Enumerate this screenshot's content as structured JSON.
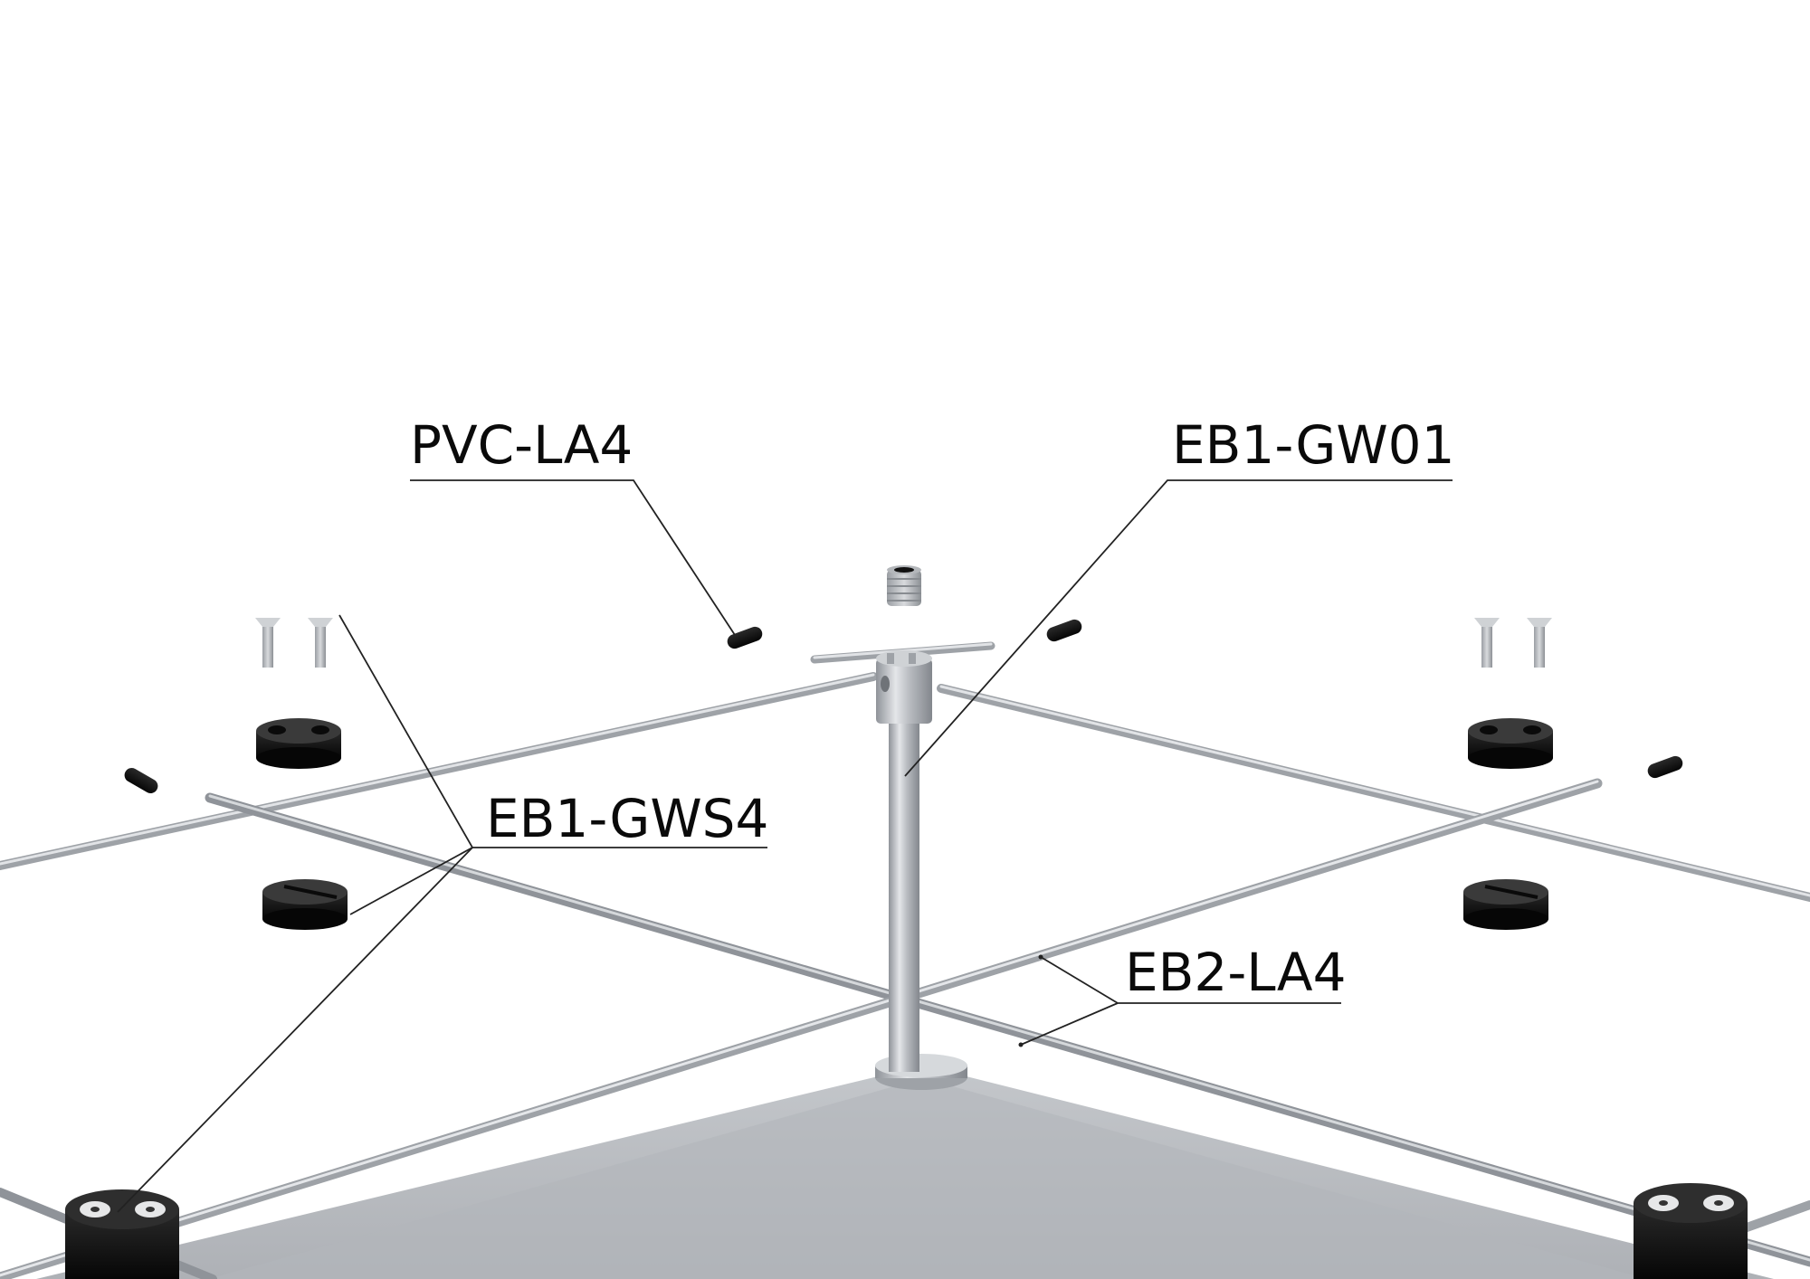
{
  "diagram": {
    "callouts": [
      {
        "id": "pvc-la4",
        "label": "PVC-LA4"
      },
      {
        "id": "eb1-gw01",
        "label": "EB1-GW01"
      },
      {
        "id": "eb1-gws4",
        "label": "EB1-GWS4"
      },
      {
        "id": "eb2-la4",
        "label": "EB2-LA4"
      }
    ],
    "colors": {
      "background": "#ffffff",
      "panel": "#b9bcc0",
      "panel_edge": "#c9ccd0",
      "cable": "#a7abb0",
      "cable_highlight": "#dfe2e5",
      "metal": "#c3c6ca",
      "metal_dark": "#8e9298",
      "black_part": "#141414",
      "leader": "#111111"
    }
  }
}
